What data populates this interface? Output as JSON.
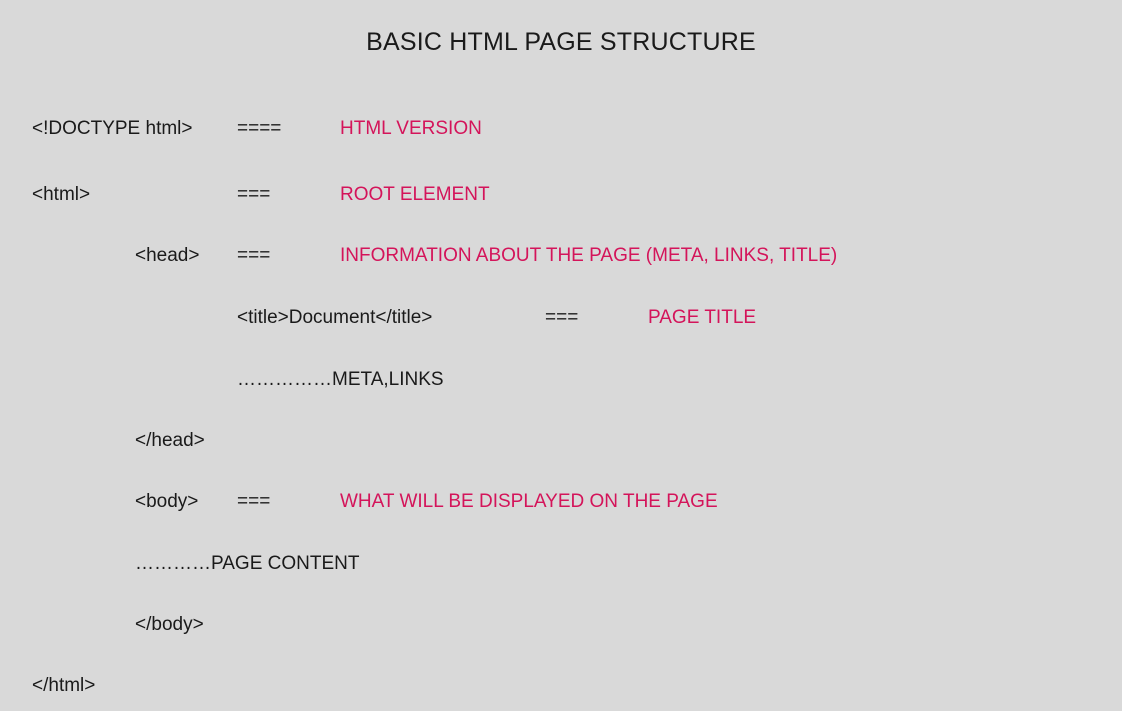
{
  "title": "BASIC HTML PAGE STRUCTURE",
  "accent_color": "#d4145a",
  "lines": {
    "doctype": {
      "code": "<!DOCTYPE html>",
      "sep": "====",
      "desc": "HTML VERSION"
    },
    "html_open": {
      "code": "<html>",
      "sep": "===",
      "desc": "ROOT ELEMENT"
    },
    "head_open": {
      "code": "<head>",
      "sep": "===",
      "desc": "INFORMATION ABOUT THE PAGE (META, LINKS, TITLE)"
    },
    "title_tag": {
      "code": "<title>Document</title>",
      "sep": "===",
      "desc": "PAGE TITLE"
    },
    "meta_links": {
      "code": "……………META,LINKS"
    },
    "head_close": {
      "code": "</head>"
    },
    "body_open": {
      "code": "<body>",
      "sep": "===",
      "desc": "WHAT WILL BE DISPLAYED ON THE PAGE"
    },
    "page_content": {
      "code": "…………PAGE CONTENT"
    },
    "body_close": {
      "code": "</body>"
    },
    "html_close": {
      "code": "</html>"
    }
  }
}
